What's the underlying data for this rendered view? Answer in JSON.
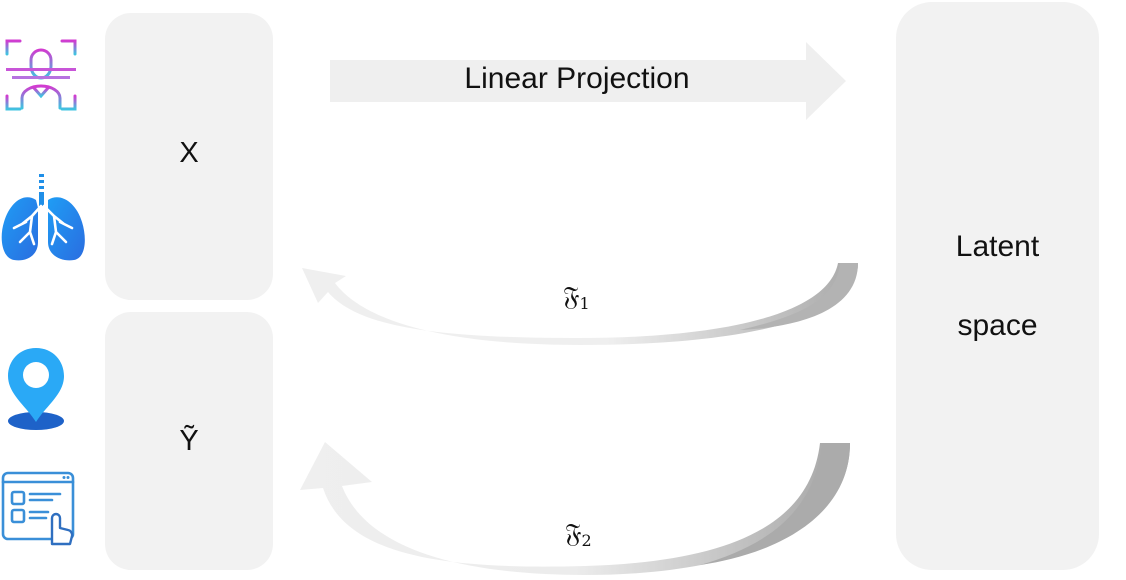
{
  "boxes": {
    "x_label": "X",
    "y_label": "Ỹ",
    "latent_line_1": "Latent",
    "latent_line_2": "space"
  },
  "arrows": {
    "projection_label": "Linear Projection",
    "f1_symbol": "𝔉",
    "f1_index": "1",
    "f2_symbol": "𝔉",
    "f2_index": "2"
  },
  "icons": [
    {
      "name": "face-scan-icon",
      "color": "#c04ad8"
    },
    {
      "name": "lungs-icon",
      "color": "#2a8ff0"
    },
    {
      "name": "location-pin-icon",
      "color": "#2aa7f5"
    },
    {
      "name": "tablet-form-icon",
      "color": "#2f8fd8"
    }
  ],
  "colors": {
    "box_fill": "#f2f2f2",
    "arrow_fill": "#efefef",
    "arrow_shadow": "#b8b8b8"
  }
}
